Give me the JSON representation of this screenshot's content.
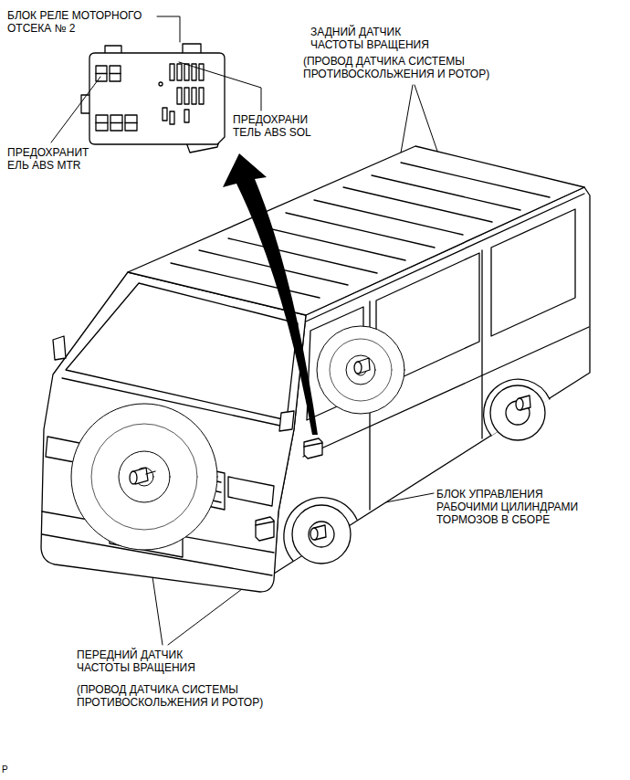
{
  "diagram": {
    "labels": [
      "БЛОК РЕЛЕ МОТОРНОГО ОТСЕКА № 2",
      "ЗАДНИЙ ДАТЧИК ЧАСТОТЫ ВРАЩЕНИЯ",
      "(ПРОВОД ДАТЧИКА СИСТЕМЫ ПРОТИВОСКОЛЬЖЕНИЯ И РОТОР)",
      "ПРЕДОХРАНИ ТЕЛЬ ABS SOL",
      "ПРЕДОХРАНИТ ЕЛЬ ABS MTR",
      "БЛОК УПРАВЛЕНИЯ РАБОЧИМИ ЦИЛИНДРАМИ ТОРМОЗОВ В СБОРЕ",
      "ПЕРЕДНИЙ ДАТЧИК ЧАСТОТЫ ВРАЩЕНИЯ",
      "(ПРОВОД ДАТЧИКА СИСТЕМЫ ПРОТИВОСКОЛЬЖЕНИЯ И РОТОР)",
      "P"
    ]
  }
}
